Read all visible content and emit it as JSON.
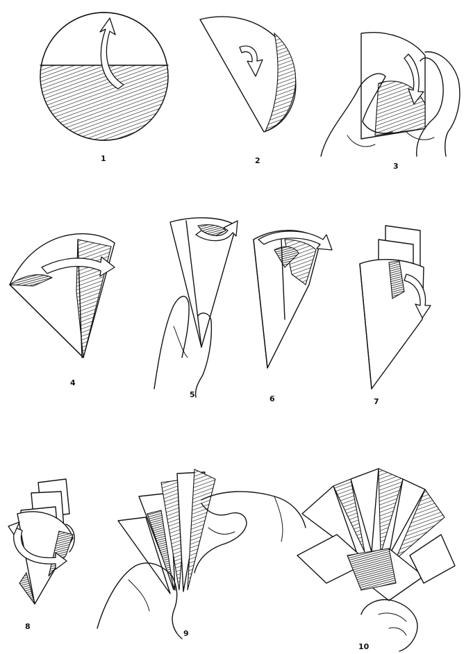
{
  "figure": {
    "steps": [
      {
        "label": "1",
        "icon": "circle-paper-fold-icon"
      },
      {
        "label": "2",
        "icon": "half-circle-fold-icon"
      },
      {
        "label": "3",
        "icon": "hands-folding-cone-icon"
      },
      {
        "label": "4",
        "icon": "cone-fold-icon"
      },
      {
        "label": "5",
        "icon": "hand-holding-cone-icon"
      },
      {
        "label": "6",
        "icon": "cone-petal-fold-icon"
      },
      {
        "label": "7",
        "icon": "cone-petal-fold-down-icon"
      },
      {
        "label": "8",
        "icon": "cone-wrap-icon"
      },
      {
        "label": "9",
        "icon": "hands-spreading-petals-icon"
      },
      {
        "label": "10",
        "icon": "finished-flower-icon"
      }
    ]
  }
}
